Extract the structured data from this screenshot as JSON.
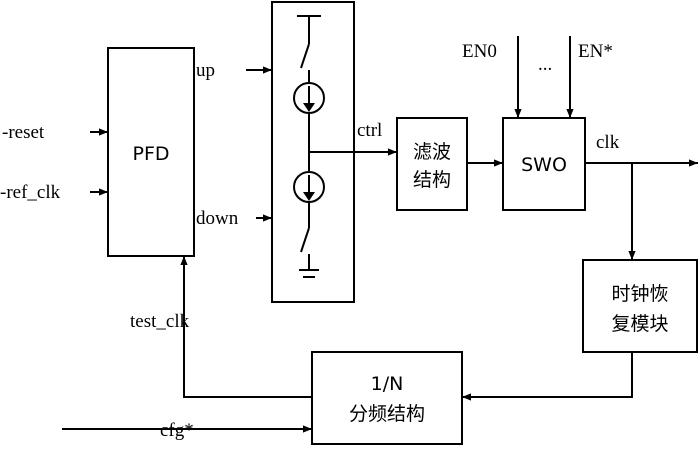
{
  "blocks": {
    "pfd": "PFD",
    "filter": [
      "滤波",
      "结构"
    ],
    "swo": "SWO",
    "clock_recovery": [
      "时钟恢",
      "复模块"
    ],
    "divider": [
      "1/N",
      "分频结构"
    ]
  },
  "signals": {
    "reset": "-reset",
    "ref_clk": "-ref_clk",
    "up": "up",
    "down": "down",
    "ctrl": "ctrl",
    "en0": "EN0",
    "ellipsis": "...",
    "en_star": "EN*",
    "clk": "clk",
    "test_clk": "test_clk",
    "cfg": "cfg*"
  }
}
